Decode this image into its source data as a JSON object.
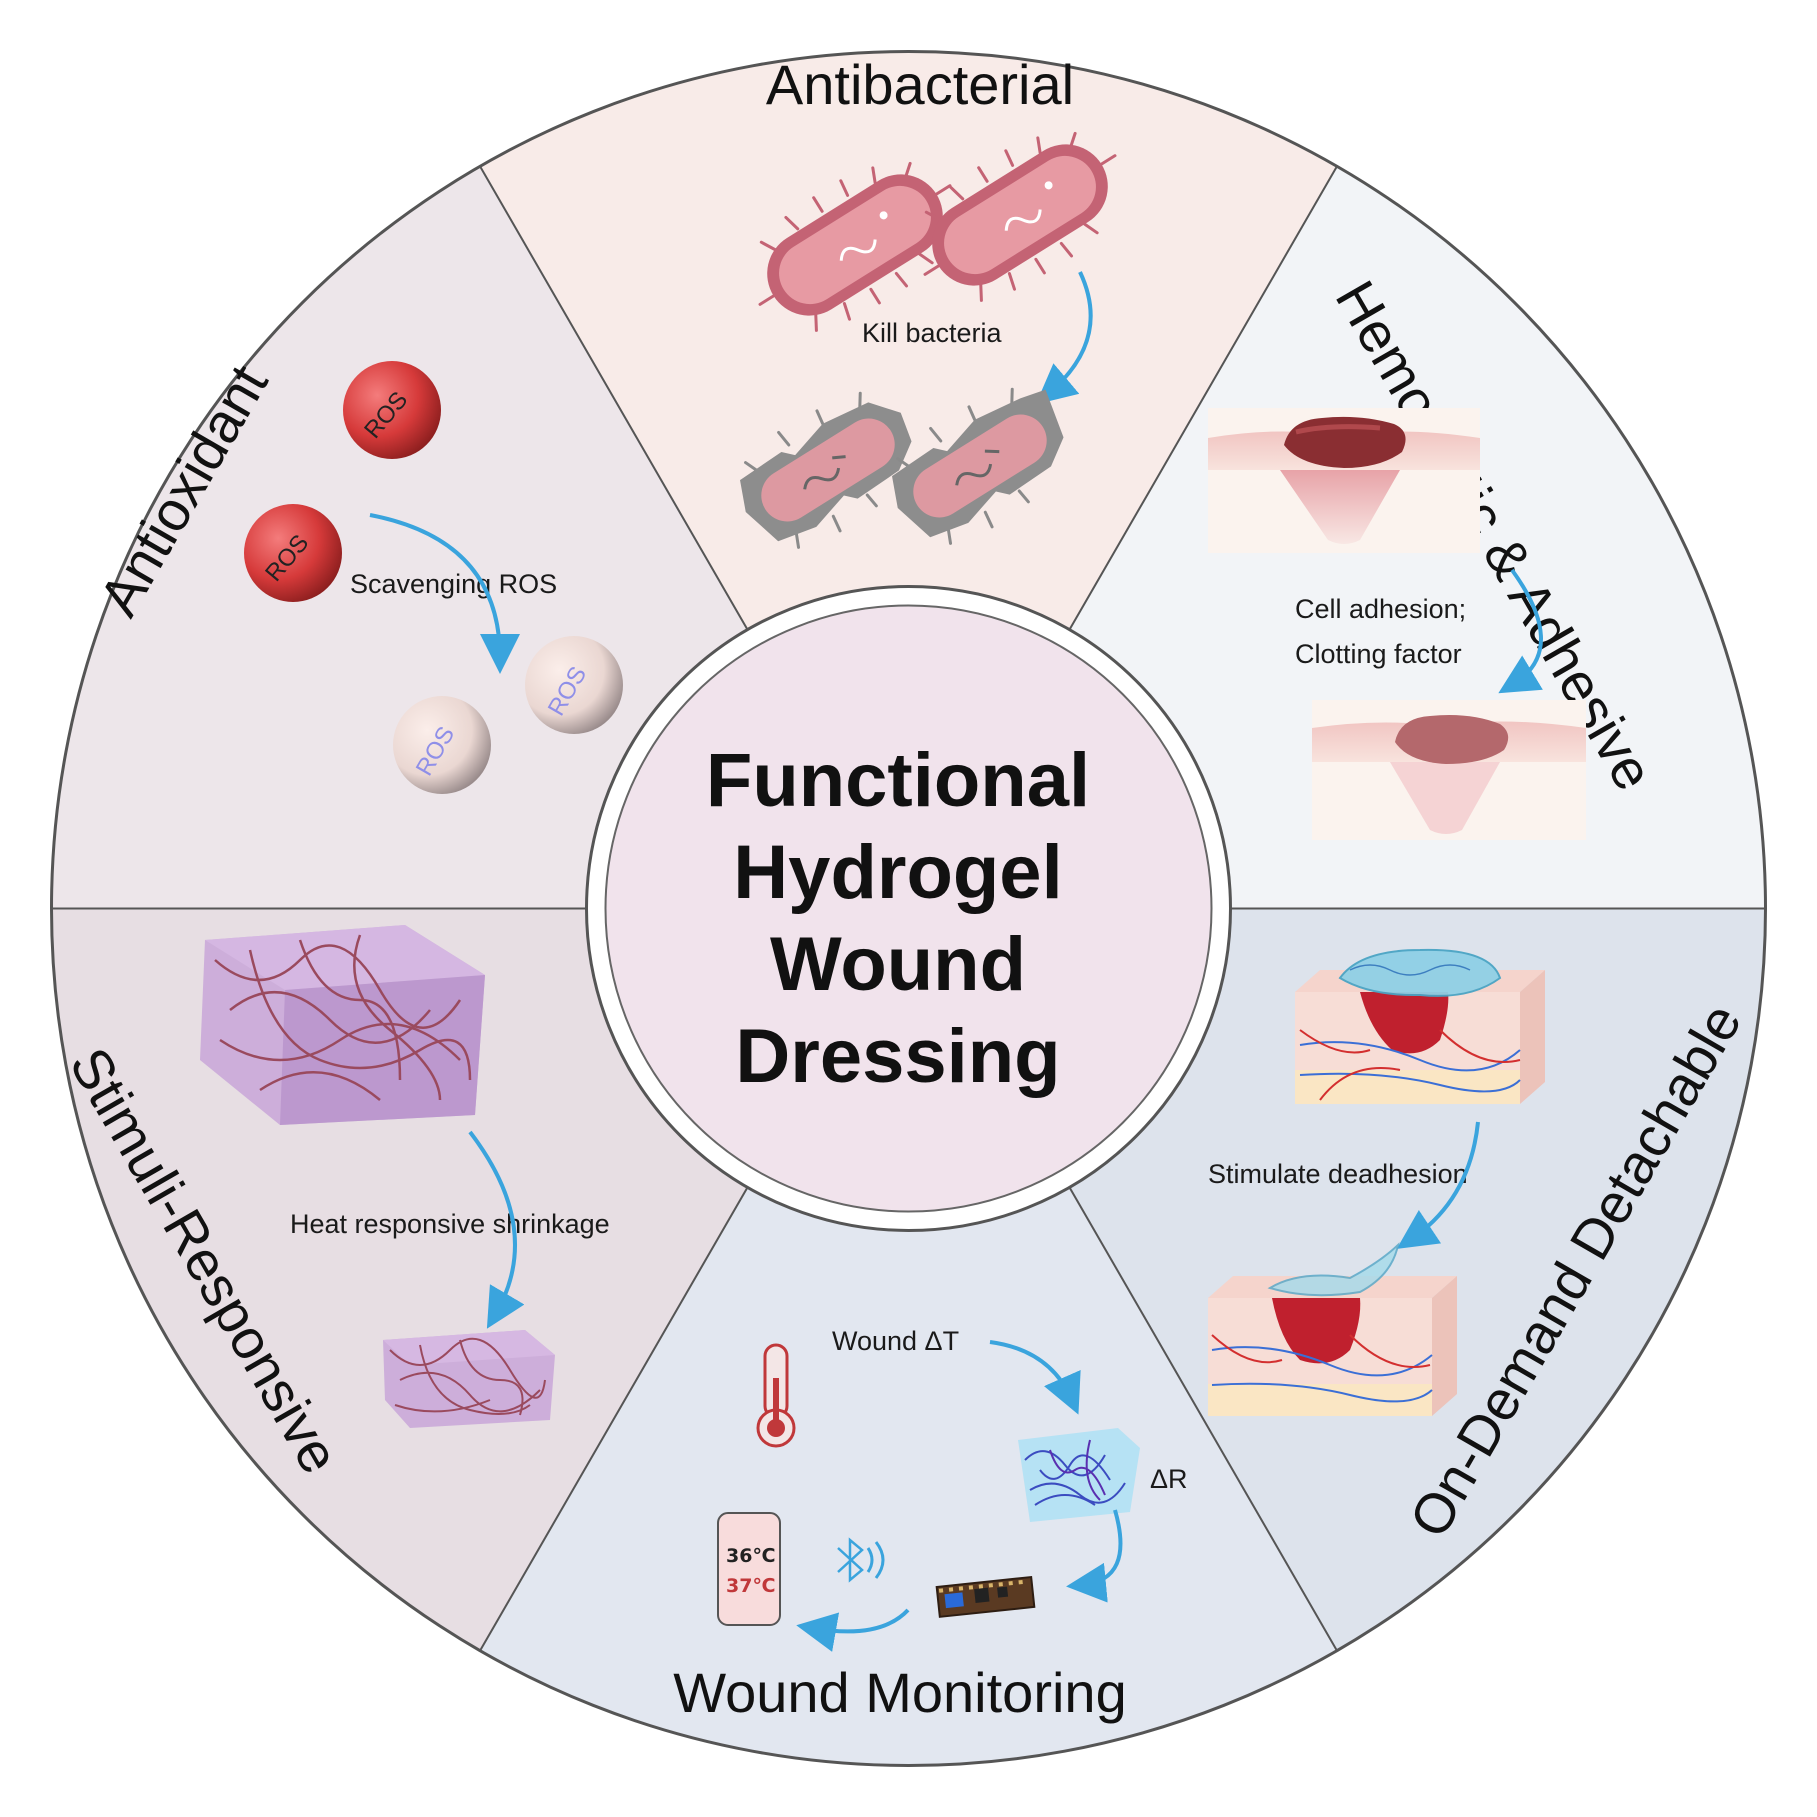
{
  "center": {
    "line1": "Functional",
    "line2": "Hydrogel",
    "line3": "Wound",
    "line4": "Dressing"
  },
  "segments": {
    "antibacterial": {
      "title": "Antibacterial",
      "caption": "Kill bacteria"
    },
    "hemostatic": {
      "title": "Hemostatic & Adhesive",
      "caption1": "Cell adhesion;",
      "caption2": "Clotting factor"
    },
    "detachable": {
      "title": "On-Demand Detachable",
      "caption": "Stimulate deadhesion"
    },
    "monitoring": {
      "title": "Wound Monitoring",
      "caption": "Wound ΔT",
      "resistance": "ΔR",
      "temp1": "36℃",
      "temp2": "37℃"
    },
    "stimuli": {
      "title": "Stimuli-Responsive",
      "caption": "Heat responsive shrinkage"
    },
    "antioxidant": {
      "title": "Antioxidant",
      "caption": "Scavenging ROS",
      "ros_label": "ROS"
    }
  },
  "colors": {
    "antibacterial_bg": "#f8ebe8",
    "hemostatic_bg": "#f2f4f7",
    "detachable_bg": "#dde3ec",
    "monitoring_bg": "#e2e7f0",
    "stimuli_bg": "#e7dee3",
    "antioxidant_bg": "#ede6ea",
    "center_bg": "#f1e3ec",
    "arrow": "#3aa4dd",
    "divider": "#555555"
  }
}
